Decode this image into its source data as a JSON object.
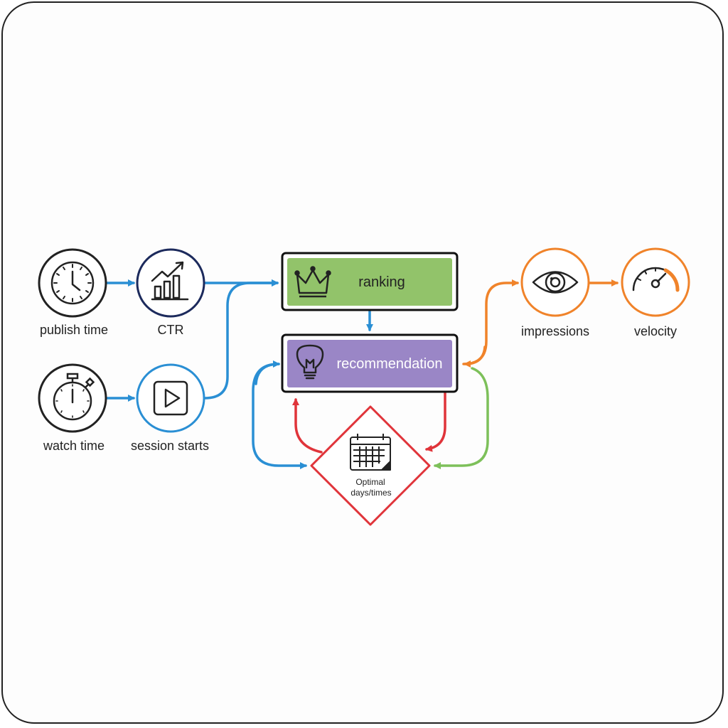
{
  "nodes": {
    "publish_time": "publish time",
    "ctr": "CTR",
    "watch_time": "watch time",
    "session_starts": "session starts",
    "ranking": "ranking",
    "recommendation": "recommendation",
    "optimal_line1": "Optimal",
    "optimal_line2": "days/times",
    "impressions": "impressions",
    "velocity": "velocity"
  },
  "icons": {
    "publish_time": "clock-icon",
    "ctr": "bar-chart-trend-icon",
    "watch_time": "stopwatch-icon",
    "session_starts": "play-icon",
    "ranking": "crown-icon",
    "recommendation": "lightbulb-icon",
    "optimal": "calendar-icon",
    "impressions": "eye-icon",
    "velocity": "speedometer-icon"
  },
  "colors": {
    "blue": "#2a8fd4",
    "orange": "#f0832a",
    "green": "#7dc05a",
    "red": "#e0343a",
    "ranking_fill": "#92c36a",
    "recommendation_fill": "#9a86c6",
    "ctr_ring": "#1c2a5c",
    "session_ring": "#2a8fd4"
  }
}
